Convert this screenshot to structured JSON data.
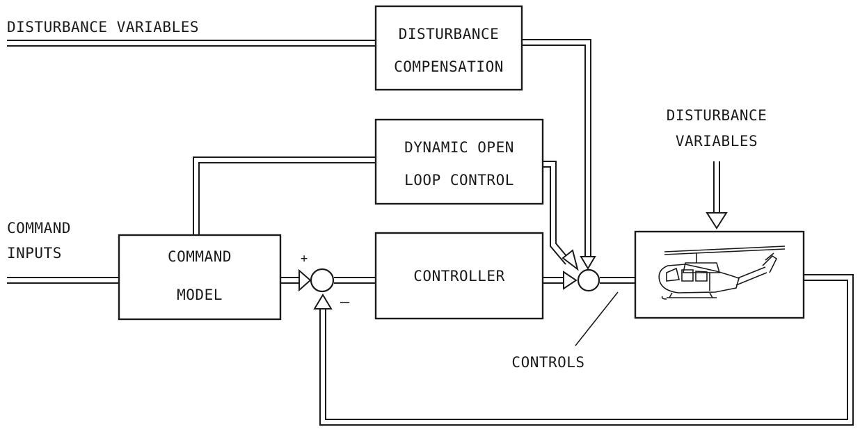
{
  "labels": {
    "disturbance_top": "DISTURBANCE VARIABLES",
    "disturbance_comp_line1": "DISTURBANCE",
    "disturbance_comp_line2": "COMPENSATION",
    "dynamic_line1": "DYNAMIC OPEN",
    "dynamic_line2": "LOOP CONTROL",
    "disturbance_right_line1": "DISTURBANCE",
    "disturbance_right_line2": "VARIABLES",
    "command_inputs_line1": "COMMAND",
    "command_inputs_line2": "INPUTS",
    "command_model_line1": "COMMAND",
    "command_model_line2": "MODEL",
    "controller": "CONTROLLER",
    "controls": "CONTROLS",
    "plus_sign": "+",
    "minus_sign": "–"
  },
  "colors": {
    "line": "#1a1a1a",
    "background": "#ffffff"
  },
  "icons": {
    "plant": "helicopter-icon"
  }
}
